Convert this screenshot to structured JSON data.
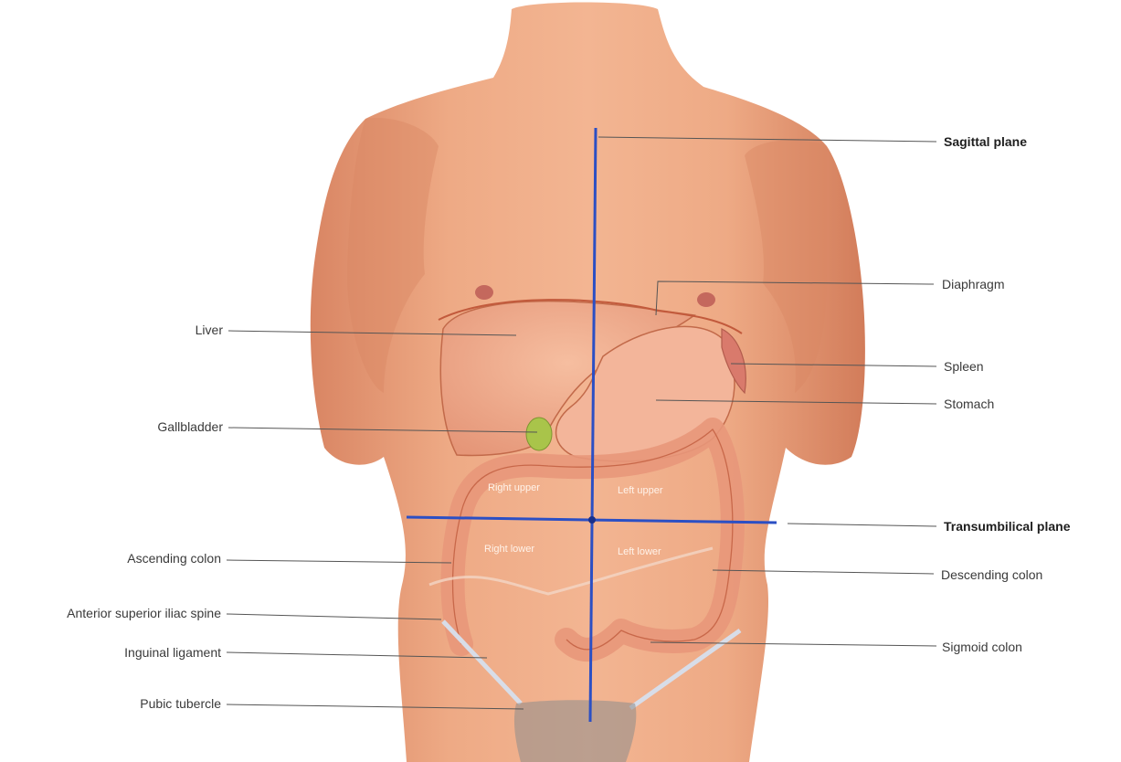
{
  "labels": {
    "sagittal_plane": "Sagittal plane",
    "diaphragm": "Diaphragm",
    "liver": "Liver",
    "spleen": "Spleen",
    "stomach": "Stomach",
    "gallbladder": "Gallbladder",
    "transumbilical_plane": "Transumbilical plane",
    "ascending_colon": "Ascending colon",
    "descending_colon": "Descending colon",
    "anterior_superior_iliac_spine": "Anterior superior iliac spine",
    "sigmoid_colon": "Sigmoid colon",
    "inguinal_ligament": "Inguinal ligament",
    "pubic_tubercle": "Pubic tubercle"
  },
  "quadrants": {
    "right_upper": "Right upper",
    "left_upper": "Left upper",
    "right_lower": "Right lower",
    "left_lower": "Left lower"
  },
  "colors": {
    "skin": "#e9a07c",
    "skin_shadow": "#c96e4d",
    "organ": "#f0a98a",
    "organ_outline": "#c26a4a",
    "plane_line": "#2b4fc4",
    "gallbladder": "#a9c44a",
    "leader_line": "#555555",
    "ligament": "#d8dde8"
  }
}
